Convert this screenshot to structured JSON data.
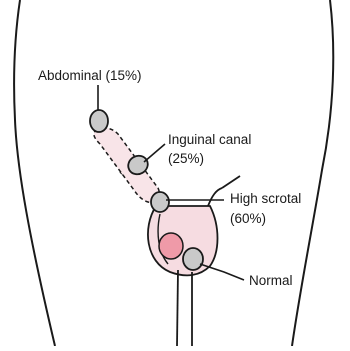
{
  "labels": {
    "abdominal": "Abdominal (15%)",
    "inguinal_line1": "Inguinal canal",
    "inguinal_line2": "(25%)",
    "high_scrotal_line1": "High scrotal",
    "high_scrotal_line2": "(60%)",
    "normal": "Normal"
  },
  "colors": {
    "outline": "#1a1a1a",
    "testis_fill": "#c9c9c9",
    "skin_pink": "#f6dce1",
    "testis_pink": "#ef9aa8"
  }
}
